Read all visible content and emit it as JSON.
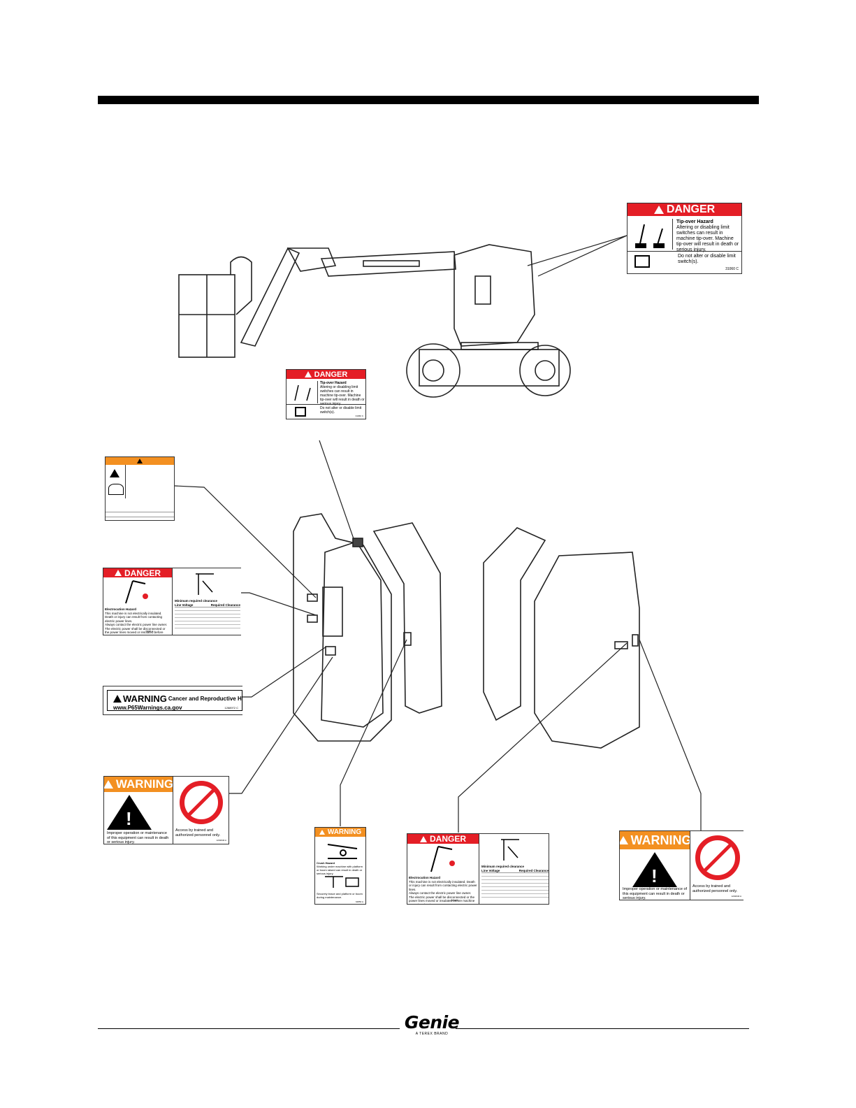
{
  "header": {
    "bar": ""
  },
  "decal_danger_tipover_large": {
    "signal": "DANGER",
    "hazard_title": "Tip-over Hazard",
    "hazard_text": "Altering or disabling limit switches can result in machine tip-over. Machine tip-over will result in death or serious injury.",
    "instruction": "Do not alter or disable limit switch(s).",
    "part_no": "31060   C"
  },
  "decal_danger_tipover_small": {
    "signal": "DANGER",
    "hazard_title": "Tip-over Hazard",
    "hazard_text": "Altering or disabling limit switches can result in machine tip-over. Machine tip-over will result in death or serious injury.",
    "instruction": "Do not alter or disable limit switch(s).",
    "part_no": "31060   C"
  },
  "decal_danger_electrocution_left": {
    "signal": "DANGER",
    "hazard_title": "Electrocution Hazard",
    "hazard_text": "This machine is not electrically insulated. Death or injury can result from contacting electric power lines.",
    "instruction": "Always contact the electric power line owner. The electric power shall be disconnected or the power lines moved or insulated before machine operations begin.",
    "table_title": "Minimum required clearance",
    "col_1": "Line Voltage",
    "col_2": "Required Clearance",
    "part_no": "72086 A"
  },
  "decal_danger_electrocution_bottom": {
    "signal": "DANGER",
    "hazard_title": "Electrocution Hazard",
    "hazard_text": "This machine is not electrically insulated. Death or injury can result from contacting electric power lines.",
    "instruction": "Always contact the electric power line owner. The electric power shall be disconnected or the power lines moved or insulated before machine operations begin.",
    "table_title": "Minimum required clearance",
    "col_1": "Line Voltage",
    "col_2": "Required Clearance",
    "part_no": "72086 A"
  },
  "decal_warning_prop65": {
    "signal": "WARNING",
    "text": "Cancer and Reproductive Harm -",
    "url": "www.P65Warnings.ca.gov",
    "part_no": "1268972 C"
  },
  "decal_warning_access_left": {
    "signal": "WARNING",
    "left_text": "Improper operation or maintenance of this equipment can result in death or serious injury.",
    "right_text": "Access by trained and authorized personnel only.",
    "part_no": "1202640 A"
  },
  "decal_warning_access_right": {
    "signal": "WARNING",
    "left_text": "Improper operation or maintenance of this equipment can result in death or serious injury.",
    "right_text": "Access by trained and authorized personnel only.",
    "part_no": "1202640 A"
  },
  "decal_warning_crush": {
    "signal": "WARNING",
    "hazard_title": "Crush Hazard",
    "hazard_text": "Working under machine with platform or boom raised can result in death or serious injury.",
    "instruction": "Securely brace and platform or boom during maintenance.",
    "part_no": "64850 A"
  },
  "footer": {
    "brand": "Genie",
    "tagline": "A TEREX BRAND"
  }
}
